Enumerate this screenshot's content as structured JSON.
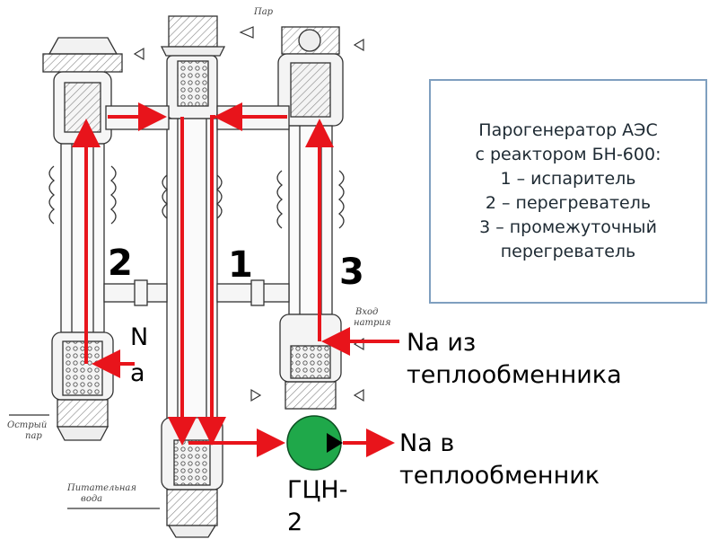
{
  "caption": {
    "title": "Парогенератор АЭС",
    "subtitle": "с реактором БН-600:",
    "items": [
      "1 – испаритель",
      "2 – перегреватель",
      "3 – промежуточный",
      "перегреватель"
    ]
  },
  "section_labels": {
    "evaporator": "1",
    "superheater": "2",
    "reheater": "3"
  },
  "flow_labels": {
    "na_left_line1": "N",
    "na_left_line2": "a",
    "na_inlet_line1": "Na из",
    "na_inlet_line2": "теплообменника",
    "na_outlet_line1": "Na в",
    "na_outlet_line2": "теплообменник",
    "pump_line1": "ГЦН-",
    "pump_line2": "2"
  },
  "drawing_notes": {
    "steam": "Пар",
    "sodium_in_1": "Вход",
    "sodium_in_2": "натрия",
    "live_steam_1": "Острый",
    "live_steam_2": "пар",
    "feedwater_1": "Питательная",
    "feedwater_2": "вода"
  },
  "colors": {
    "flow": "#e8141b",
    "pump": "#1fa84a",
    "drawing": "#3a3a3a",
    "hatch": "#8a8a8a"
  }
}
